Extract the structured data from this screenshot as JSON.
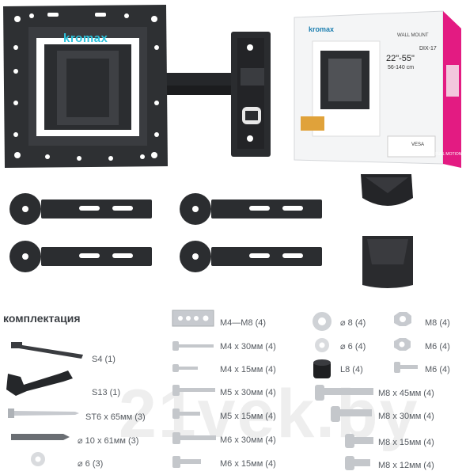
{
  "brand": "kromax",
  "box": {
    "brand": "kromax",
    "title": "WALL MOUNT",
    "model": "DIX-17",
    "size_inch": "22\"-55\"",
    "size_cm": "56-140 cm",
    "badge": "FULL MOTION",
    "vesa": "VESA"
  },
  "section_title": "комплектация",
  "watermark": "21vek.by",
  "parts": [
    {
      "name": "hex-key",
      "label": "S4 (1)"
    },
    {
      "name": "wrench",
      "label": "S13 (1)"
    },
    {
      "name": "wood-screw",
      "label": "ST6 x 65мм (3)"
    },
    {
      "name": "wall-anchor",
      "label": "⌀ 10 x 61мм (3)"
    },
    {
      "name": "washer-small",
      "label": "⌀ 6 (3)"
    },
    {
      "name": "spacer-plate",
      "label": "M4—M8 (4)"
    },
    {
      "name": "screw-m4-30",
      "label": "M4 x 30мм (4)"
    },
    {
      "name": "screw-m4-15",
      "label": "M4 x 15мм (4)"
    },
    {
      "name": "screw-m5-30",
      "label": "M5 x 30мм (4)"
    },
    {
      "name": "screw-m5-15",
      "label": "M5 x 15мм (4)"
    },
    {
      "name": "screw-m6-30",
      "label": "M6 x 30мм (4)"
    },
    {
      "name": "screw-m6-15",
      "label": "M6 x 15мм (4)"
    },
    {
      "name": "washer-8",
      "label": "⌀ 8 (4)"
    },
    {
      "name": "washer-6",
      "label": "⌀ 6 (4)"
    },
    {
      "name": "spacer-l8",
      "label": "L8 (4)"
    },
    {
      "name": "nut-m8",
      "label": "M8 (4)"
    },
    {
      "name": "nut-m6",
      "label": "M6 (4)"
    },
    {
      "name": "bolt-m6",
      "label": "M6 (4)"
    },
    {
      "name": "screw-m8-45",
      "label": "M8 x 45мм (4)"
    },
    {
      "name": "screw-m8-30",
      "label": "M8 x 30мм (4)"
    },
    {
      "name": "screw-m8-15",
      "label": "M8 x 15мм (4)"
    },
    {
      "name": "screw-m8-12",
      "label": "M8 x 12мм (4)"
    }
  ],
  "colors": {
    "metal": "#2b2d30",
    "accent": "#e31b82",
    "label": "#555a60",
    "silver": "#c9ccd0"
  }
}
